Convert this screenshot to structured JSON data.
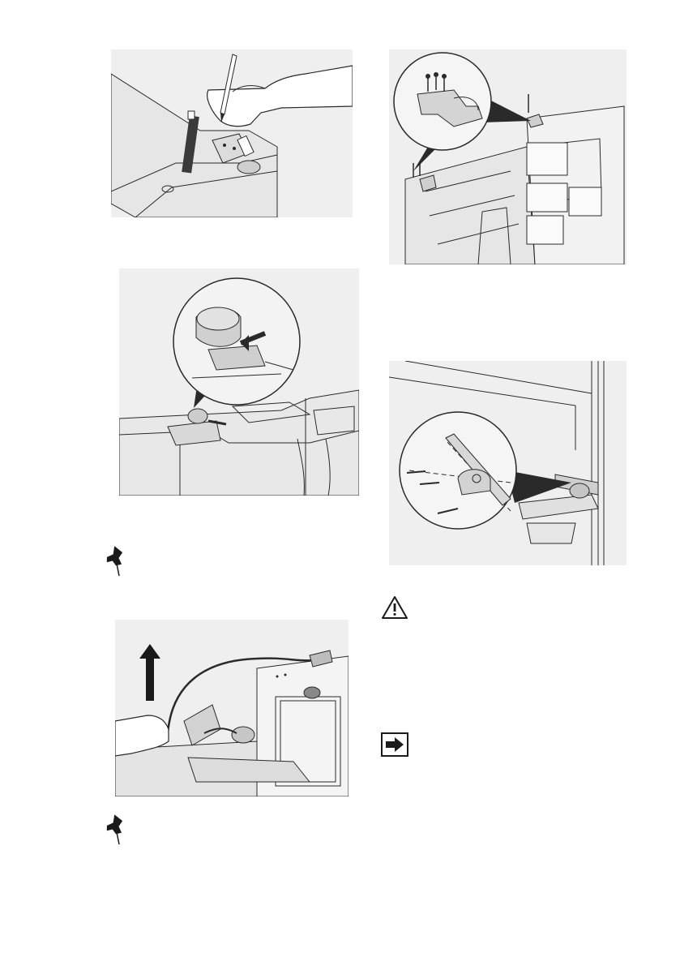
{
  "figures": [
    {
      "id": "fig-mark-hinge",
      "icon": "pencil-marking-hinge"
    },
    {
      "id": "fig-remove-hinge-cover",
      "icon": "hinge-cover-magnified"
    },
    {
      "id": "fig-lift-cable",
      "icon": "hand-lifting-cable"
    },
    {
      "id": "fig-top-hinge-screws",
      "icon": "top-hinge-screws-magnified"
    },
    {
      "id": "fig-bottom-hinge-screws",
      "icon": "bottom-hinge-screws-magnified"
    }
  ],
  "icons": {
    "note_1": "pushpin-icon",
    "note_2": "pushpin-icon",
    "warning": "warning-triangle-icon",
    "instruction": "arrow-right-icon"
  },
  "colors": {
    "figure_bg": "#efefef",
    "line": "#2a2a2a",
    "shade": "#d6d6d6"
  }
}
